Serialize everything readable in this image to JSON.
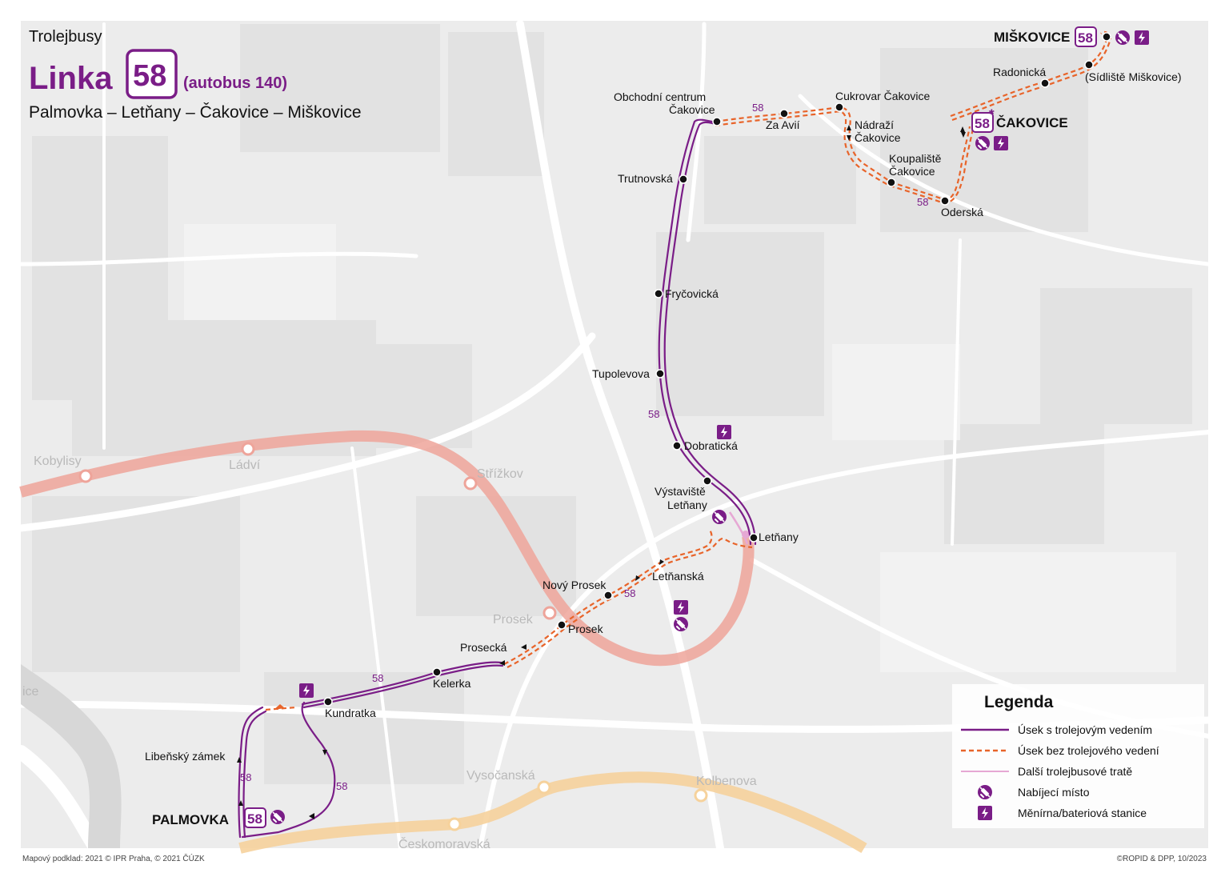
{
  "header": {
    "category": "Trolejbusy",
    "line_word": "Linka",
    "line_number": "58",
    "bus_note": "(autobus 140)",
    "route": "Palmovka – Letňany – Čakovice – Miškovice"
  },
  "terminals": {
    "palmovka": "PALMOVKA",
    "miskovice": "MIŠKOVICE",
    "cakovice": "ČAKOVICE",
    "badge_number": "58",
    "asterisk": "*"
  },
  "stops": {
    "libensky_zamek": "Libeňský zámek",
    "kundratka": "Kundratka",
    "kelerka": "Kelerka",
    "prosecka": "Prosecká",
    "prosek": "Prosek",
    "novy_prosek": "Nový Prosek",
    "letnanska": "Letňanská",
    "letnany": "Letňany",
    "vystaviste_1": "Výstaviště",
    "vystaviste_2": "Letňany",
    "dobraticka": "Dobratická",
    "tupolevova": "Tupolevova",
    "frycovicka": "Fryčovická",
    "trutnovska": "Trutnovská",
    "obchodni_1": "Obchodní centrum",
    "obchodni_2": "Čakovice",
    "za_avii": "Za Avií",
    "cukrovar": "Cukrovar Čakovice",
    "nadrazi_1": "Nádraží",
    "nadrazi_2": "Čakovice",
    "koupaliste_1": "Koupaliště",
    "koupaliste_2": "Čakovice",
    "oderska": "Oderská",
    "radonicka": "Radonická",
    "sidliste": "(Sídliště Miškovice)"
  },
  "line_labels": [
    "58",
    "58",
    "58",
    "58",
    "58",
    "58",
    "58"
  ],
  "metro": {
    "kobylisy": "Kobylisy",
    "ladvi": "Ládví",
    "strizkov": "Střížkov",
    "prosek": "Prosek",
    "vysocanska": "Vysočanská",
    "kolbenova": "Kolbenova",
    "ceskomoravska": "Českomoravská",
    "edge_fragment": "ice"
  },
  "legend": {
    "title": "Legenda",
    "items": [
      {
        "label": "Úsek s trolejovým vedením",
        "symbol": "solid-purple-line"
      },
      {
        "label": "Úsek bez trolejového vedení",
        "symbol": "dashed-orange-line"
      },
      {
        "label": "Další trolejbusové tratě",
        "symbol": "thin-pink-line"
      },
      {
        "label": "Nabíjecí místo",
        "symbol": "charging-plug-icon"
      },
      {
        "label": "Měnírna/bateriová stanice",
        "symbol": "lightning-icon"
      }
    ]
  },
  "credits": {
    "left": "Mapový podklad: 2021 © IPR Praha, © 2021 ČÚZK",
    "right": "©ROPID & DPP, 10/2023"
  },
  "colors": {
    "trolley": "#7a1d87",
    "no_trolley": "#e8642a",
    "other_trolley": "#e6a8d4",
    "metro_c": "#eea49a",
    "metro_b": "#f6d29c",
    "map_bg": "#eeeeee",
    "roads": "#ffffff"
  }
}
